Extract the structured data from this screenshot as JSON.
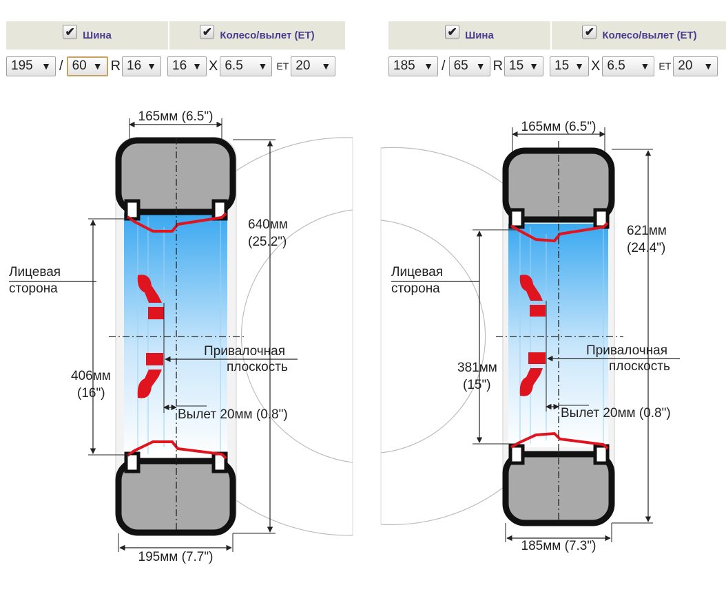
{
  "panels": [
    {
      "tire_header": "Шина",
      "wheel_header": "Колесо/вылет (ET)",
      "tire_width": "195",
      "slash": "/",
      "tire_profile": "60",
      "r_label": "R",
      "tire_diameter": "16",
      "rim_diameter": "16",
      "x_label": "X",
      "rim_width": "6.5",
      "et_label": "ET",
      "et_value": "20",
      "labels": {
        "rim_width": "165мм (6.5\")",
        "outer_dia_mm": "640мм",
        "outer_dia_in": "(25.2\")",
        "face_side_1": "Лицевая",
        "face_side_2": "сторона",
        "mount_1": "Привалочная",
        "mount_2": "плоскость",
        "rim_dia_mm": "406мм",
        "rim_dia_in": "(16\")",
        "offset": "Вылет 20мм (0.8\")",
        "tire_width_label": "195мм (7.7\")"
      }
    },
    {
      "tire_header": "Шина",
      "wheel_header": "Колесо/вылет (ET)",
      "tire_width": "185",
      "slash": "/",
      "tire_profile": "65",
      "r_label": "R",
      "tire_diameter": "15",
      "rim_diameter": "15",
      "x_label": "X",
      "rim_width": "6.5",
      "et_label": "ET",
      "et_value": "20",
      "labels": {
        "rim_width": "165мм (6.5\")",
        "outer_dia_mm": "621мм",
        "outer_dia_in": "(24.4\")",
        "face_side_1": "Лицевая",
        "face_side_2": "сторона",
        "mount_1": "Привалочная",
        "mount_2": "плоскость",
        "rim_dia_mm": "381мм",
        "rim_dia_in": "(15\")",
        "offset": "Вылет 20мм (0.8\")",
        "tire_width_label": "185мм (7.3\")"
      }
    }
  ]
}
